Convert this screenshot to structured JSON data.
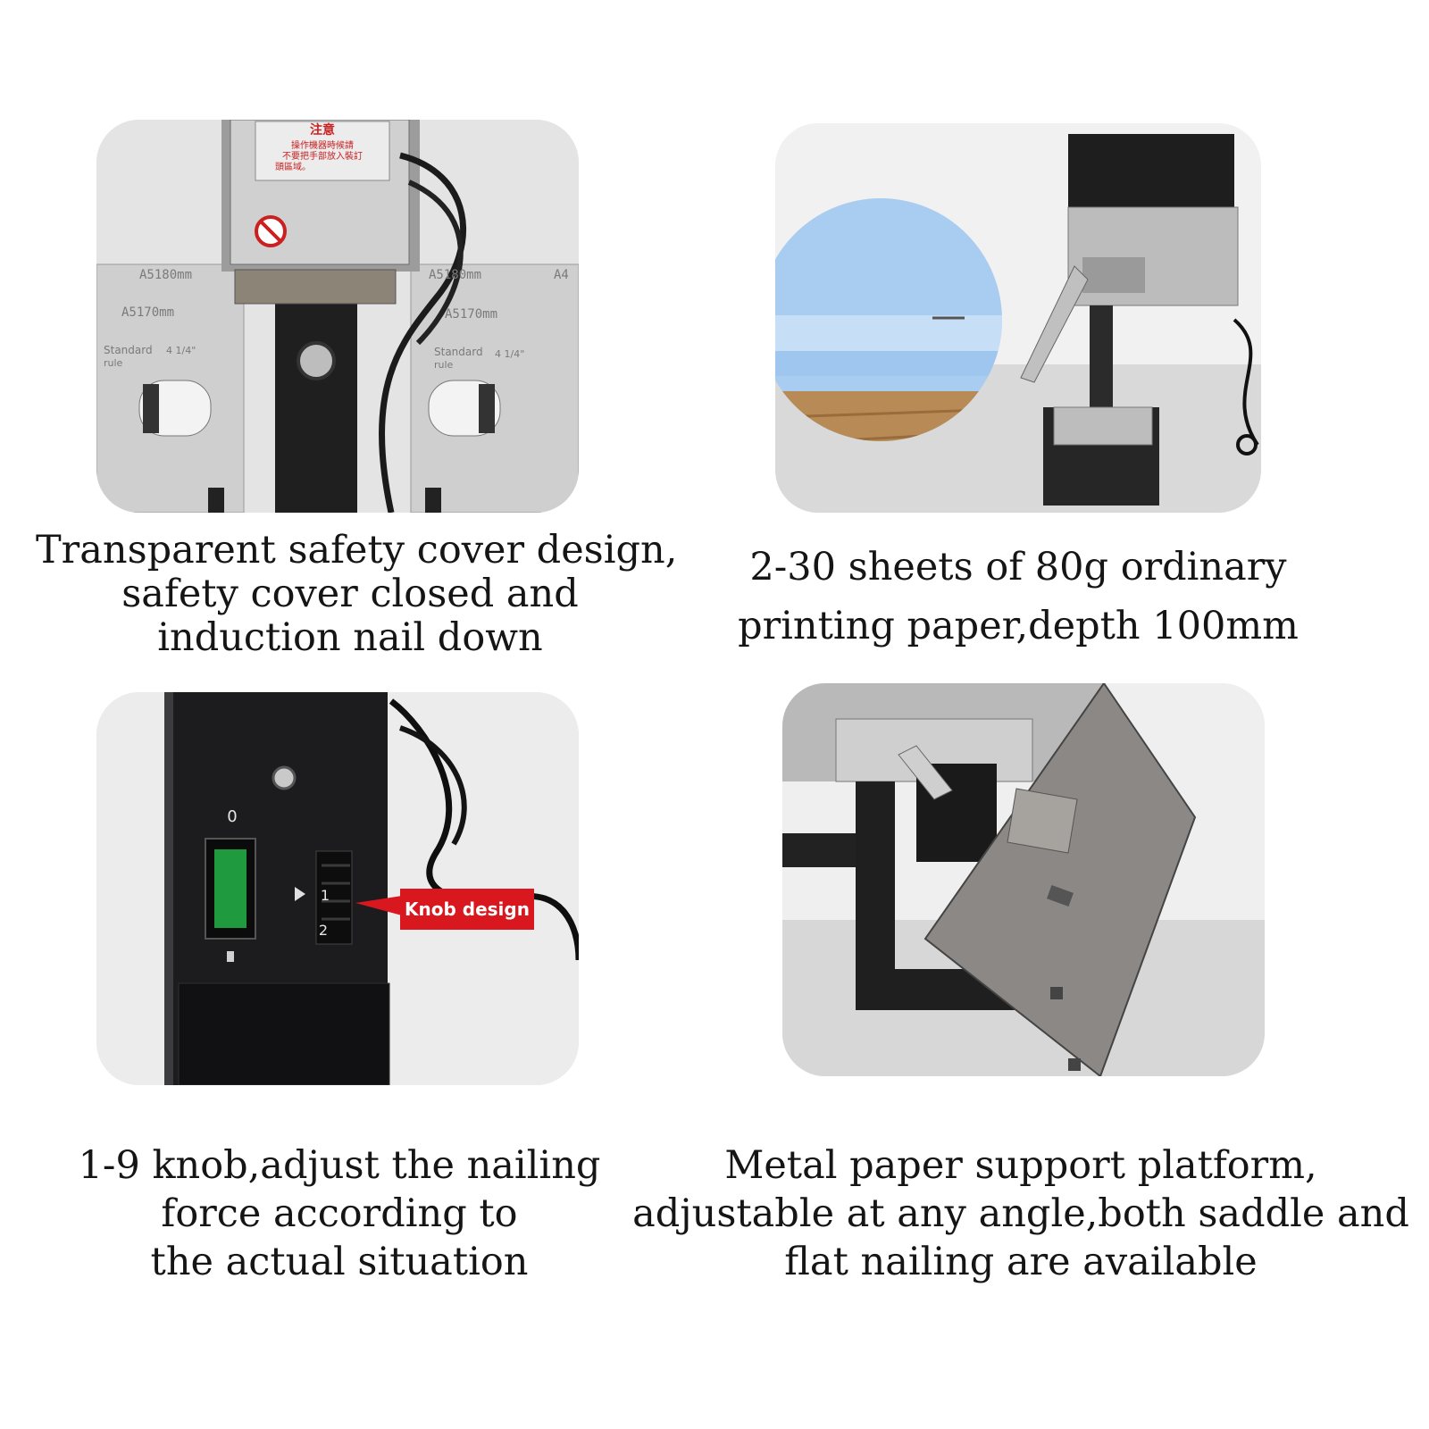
{
  "panels": [
    {
      "id": "safety-cover",
      "caption_lines": [
        "Transparent safety cover design,",
        "safety cover closed and",
        "induction nail down"
      ],
      "labels": {
        "warning_title": "注意",
        "warning_line1": "操作機器時候請",
        "warning_line2": "不要把手部放入裝訂",
        "warning_line3": "頭區域。",
        "left_a5_180": "A5180mm",
        "left_a5_170": "A5170mm",
        "left_standard": "Standard",
        "left_rule": "rule",
        "left_fraction": "4 1/4\"",
        "right_a5_180": "A5180mm",
        "right_a4": "A4",
        "right_a5_170": "A5170mm",
        "right_standard": "Standard",
        "right_rule": "rule",
        "right_fraction": "4 1/4\""
      }
    },
    {
      "id": "paper-capacity",
      "caption_lines": [
        "2-30 sheets of 80g ordinary",
        "printing paper,depth 100mm"
      ]
    },
    {
      "id": "knob",
      "caption_lines": [
        "1-9 knob,adjust the nailing",
        "force according to",
        "the actual situation"
      ],
      "labels": {
        "switch_off": "0",
        "knob_1": "1",
        "knob_2": "2",
        "callout": "Knob design"
      }
    },
    {
      "id": "platform",
      "caption_lines": [
        "Metal paper support platform,",
        "adjustable at any angle,both saddle and",
        "flat nailing are available"
      ]
    }
  ],
  "colors": {
    "callout_red": "#d8181e",
    "switch_green": "#1f9a3f",
    "paper_blue": "#a9cdf0",
    "machine_black": "#1c1c1e",
    "panel_gray": "#e8e8e8"
  }
}
